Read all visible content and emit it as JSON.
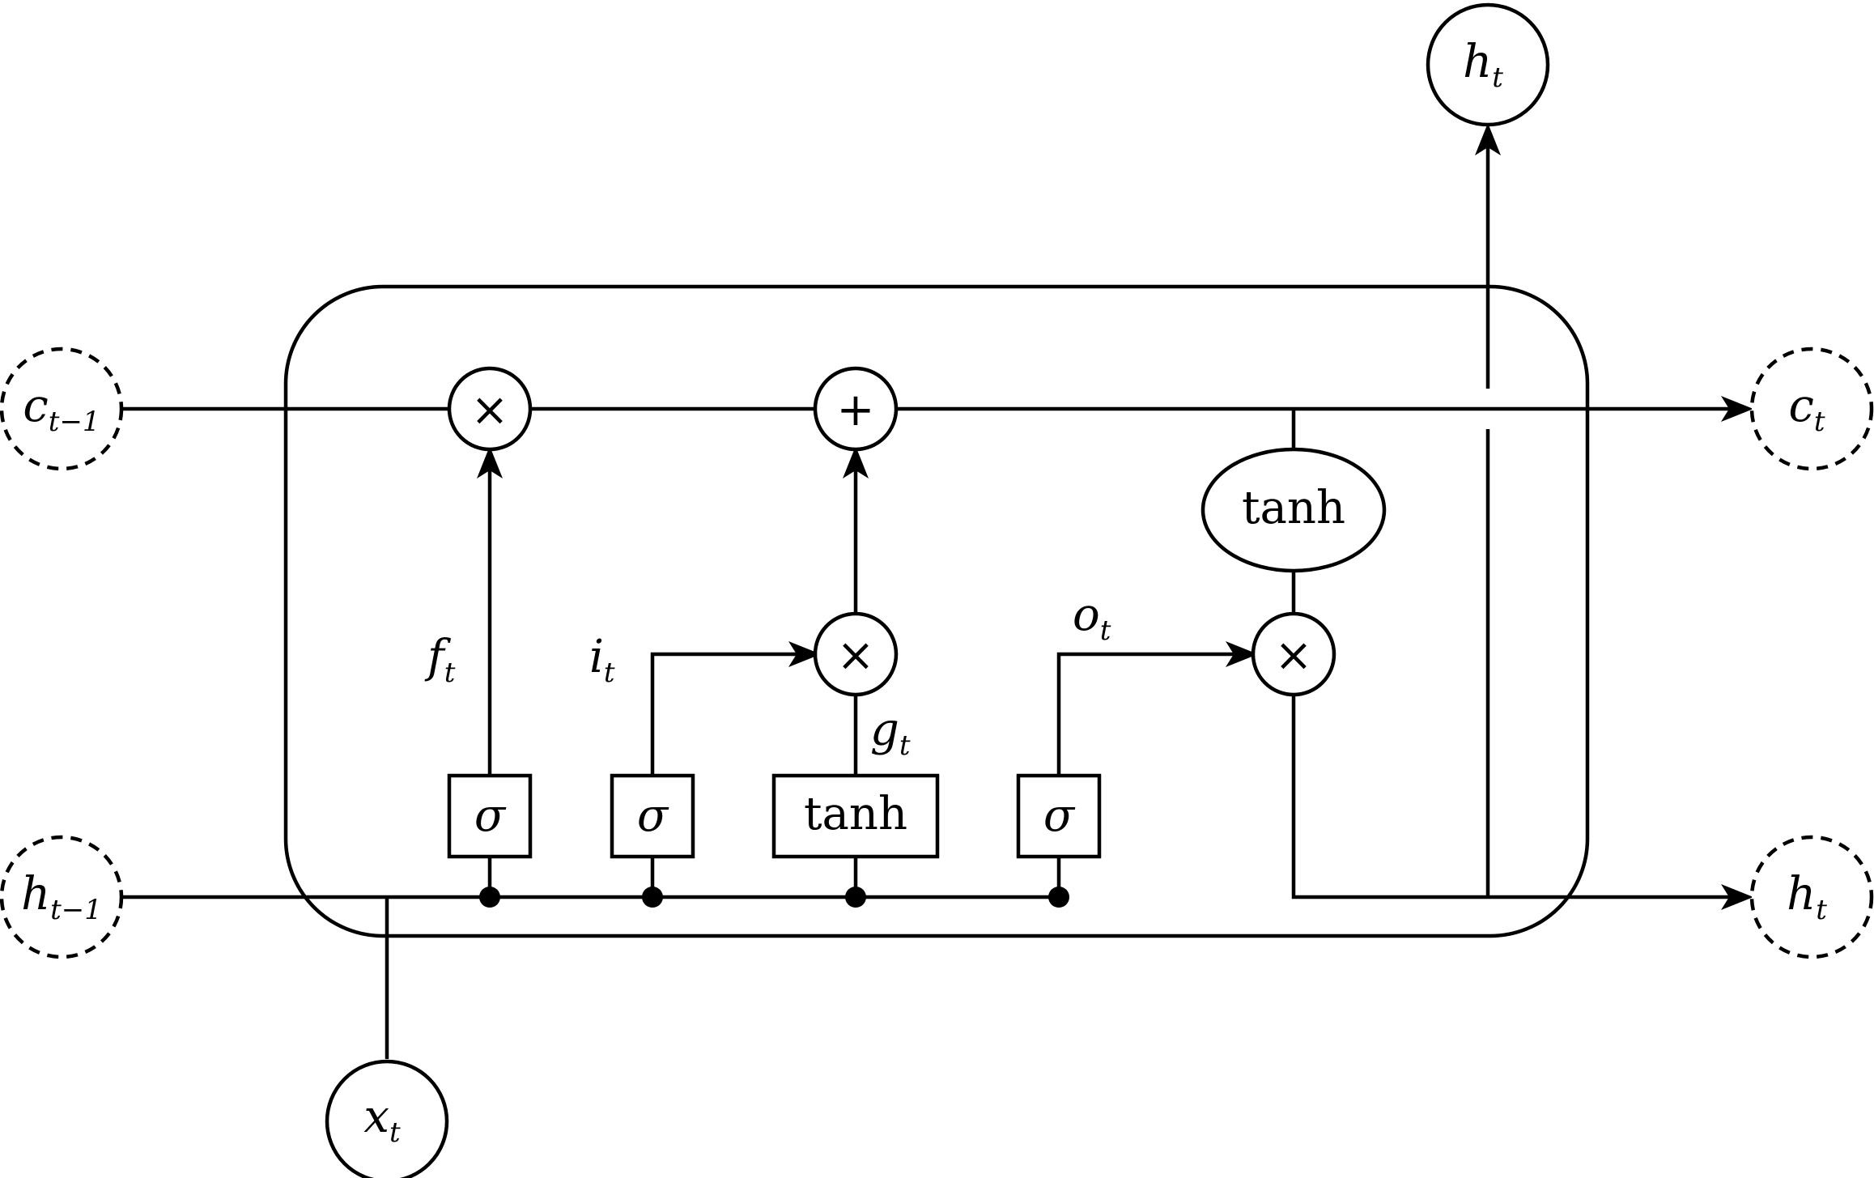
{
  "inputs": {
    "c_prev": {
      "base": "c",
      "sub": "t−1"
    },
    "h_prev": {
      "base": "h",
      "sub": "t−1"
    },
    "x": {
      "base": "x",
      "sub": "t"
    }
  },
  "outputs": {
    "c_out": {
      "base": "c",
      "sub": "t"
    },
    "h_out": {
      "base": "h",
      "sub": "t"
    },
    "h_top": {
      "base": "h",
      "sub": "t"
    }
  },
  "gates": {
    "forget": {
      "activation": "σ",
      "label_base": "f",
      "label_sub": "t"
    },
    "input": {
      "activation": "σ",
      "label_base": "i",
      "label_sub": "t"
    },
    "candidate": {
      "activation": "tanh",
      "label_base": "g",
      "label_sub": "t"
    },
    "output": {
      "activation": "σ",
      "label_base": "o",
      "label_sub": "t"
    }
  },
  "cell_activation": "tanh",
  "operators": {
    "multiply": "×",
    "add": "+"
  }
}
